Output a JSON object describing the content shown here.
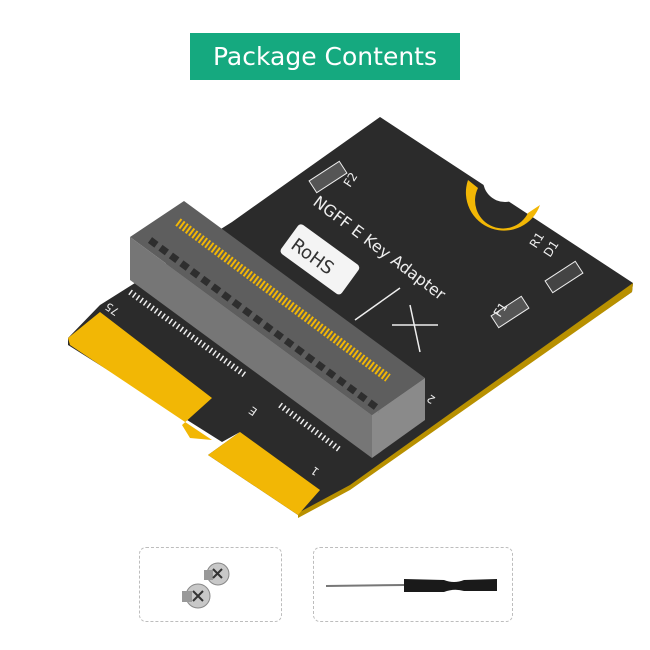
{
  "title": "Package Contents",
  "board": {
    "product_label": "NGFF E Key Adapter",
    "rohs_label": "RoHS",
    "components": [
      "F2",
      "F1",
      "D1",
      "R1"
    ],
    "pin_labels": {
      "pin_75": "75",
      "key": "E",
      "pin_1": "1",
      "pin_2": "2"
    }
  },
  "accessories": [
    {
      "name": "screws",
      "icon": "screw-icon"
    },
    {
      "name": "screwdriver",
      "icon": "screwdriver-icon"
    }
  ],
  "colors": {
    "title_bg": "#15a97f",
    "pcb": "#2b2b2b",
    "gold": "#f0b400",
    "connector": "#6b6b6b"
  }
}
